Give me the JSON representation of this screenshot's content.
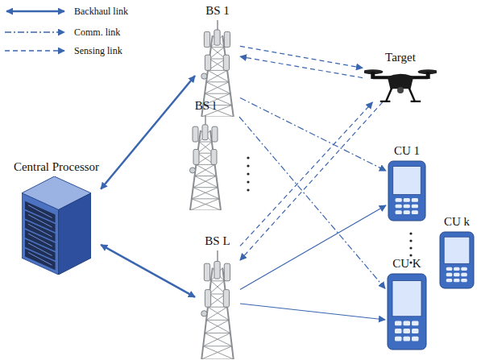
{
  "diagram": {
    "nodes": [
      {
        "text": [
          "BS 1"
        ]
      },
      {
        "text": [
          "Target"
        ]
      },
      {
        "text": [
          "Central Processor"
        ]
      },
      {
        "text": [
          "BS l"
        ]
      },
      {
        "text": [
          "CU 1"
        ]
      },
      {
        "text": [
          "CU k"
        ]
      },
      {
        "text": [
          "BS L"
        ]
      },
      {
        "text": [
          "CU K"
        ]
      }
    ],
    "edges": [
      {
        "from": 2,
        "to": 0,
        "arrow": "both"
      },
      {
        "from": 2,
        "to": 6,
        "arrow": "both"
      },
      {
        "from": 0,
        "to": 1,
        "arrow": "to"
      },
      {
        "from": 1,
        "to": 0,
        "arrow": "to"
      },
      {
        "from": 6,
        "to": 1,
        "arrow": "to"
      },
      {
        "from": 1,
        "to": 6,
        "arrow": "to"
      },
      {
        "from": 0,
        "to": 4,
        "arrow": "to"
      },
      {
        "from": 0,
        "to": 7,
        "arrow": "to"
      },
      {
        "from": 6,
        "to": 4,
        "arrow": "to"
      },
      {
        "from": 6,
        "to": 7,
        "arrow": "to"
      }
    ],
    "legend": [
      {
        "text": "Backhaul link"
      },
      {
        "text": "Comm. link"
      },
      {
        "text": "Sensing link"
      }
    ]
  }
}
